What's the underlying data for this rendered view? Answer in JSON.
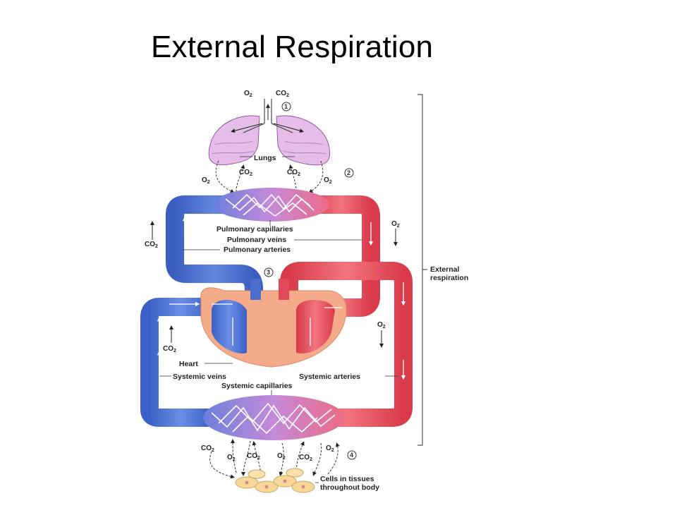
{
  "slide": {
    "title": "External Respiration"
  },
  "gases": {
    "o2": "O",
    "co2": "CO",
    "subscript": "2"
  },
  "steps": [
    "1",
    "2",
    "3",
    "4"
  ],
  "labels": {
    "lungs": "Lungs",
    "pulmonary_capillaries": "Pulmonary capillaries",
    "pulmonary_veins": "Pulmonary veins",
    "pulmonary_arteries": "Pulmonary arteries",
    "heart": "Heart",
    "systemic_veins": "Systemic veins",
    "systemic_arteries": "Systemic arteries",
    "systemic_capillaries": "Systemic capillaries",
    "cells_line1": "Cells in tissues",
    "cells_line2": "throughout body",
    "external_line1": "External",
    "external_line2": "respiration"
  },
  "colors": {
    "deoxygenated": "#4a6fd0",
    "oxygenated": "#e8515f",
    "capillary": "#c88ad6",
    "heart": "#f4a986",
    "lung": "#e5bfe9",
    "cells": "#f7d79a"
  }
}
